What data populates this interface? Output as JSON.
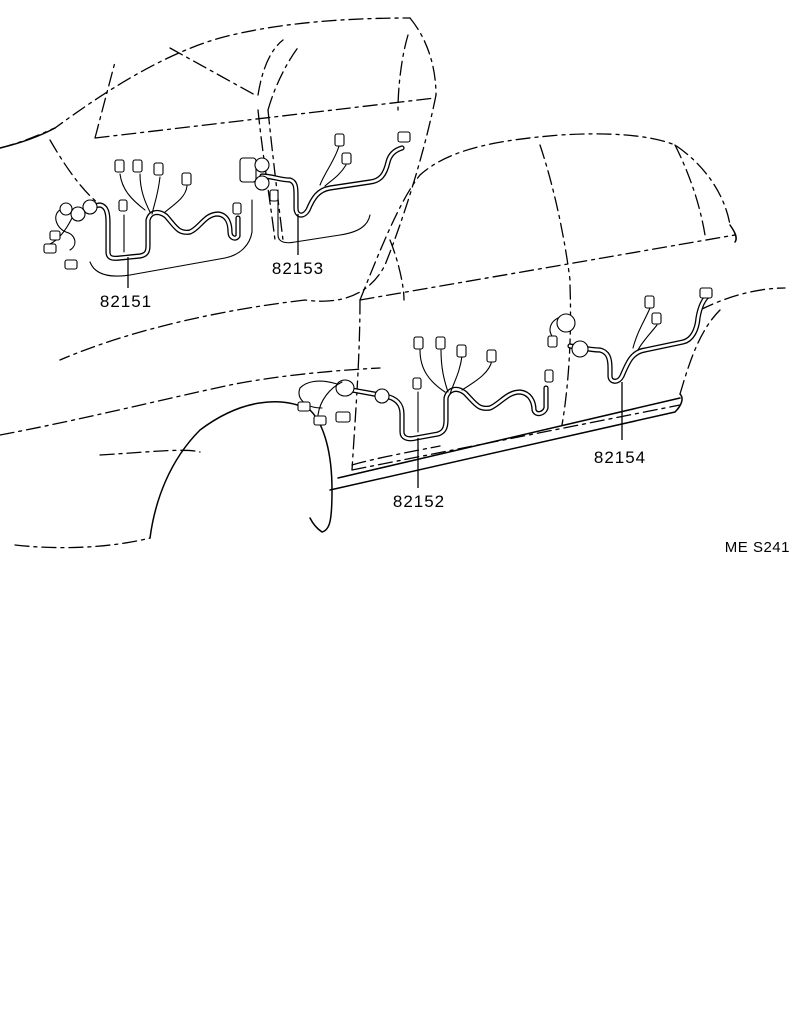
{
  "diagram": {
    "parts": [
      {
        "id": "front-left",
        "number": "82151"
      },
      {
        "id": "rear-left",
        "number": "82153"
      },
      {
        "id": "front-right",
        "number": "82152"
      },
      {
        "id": "rear-right",
        "number": "82154"
      }
    ],
    "reference_code": "ME S241"
  }
}
